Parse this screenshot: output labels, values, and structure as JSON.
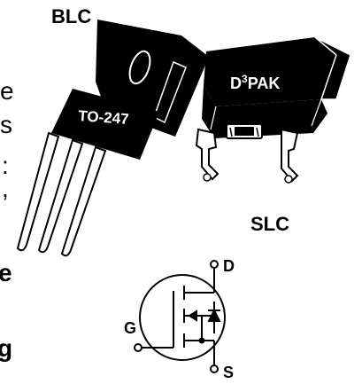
{
  "labels": {
    "blc": "BLC",
    "to247": "TO-247",
    "d3pak_prefix": "D",
    "d3pak_sup": "3",
    "d3pak_suffix": "PAK",
    "slc": "SLC",
    "drain": "D",
    "gate": "G",
    "source": "S"
  },
  "clipped_text": [
    "e",
    "s",
    ":",
    ",",
    "e",
    "g"
  ],
  "colors": {
    "package_body": "#000000",
    "background": "#ffffff",
    "lead": "#ffffff"
  }
}
